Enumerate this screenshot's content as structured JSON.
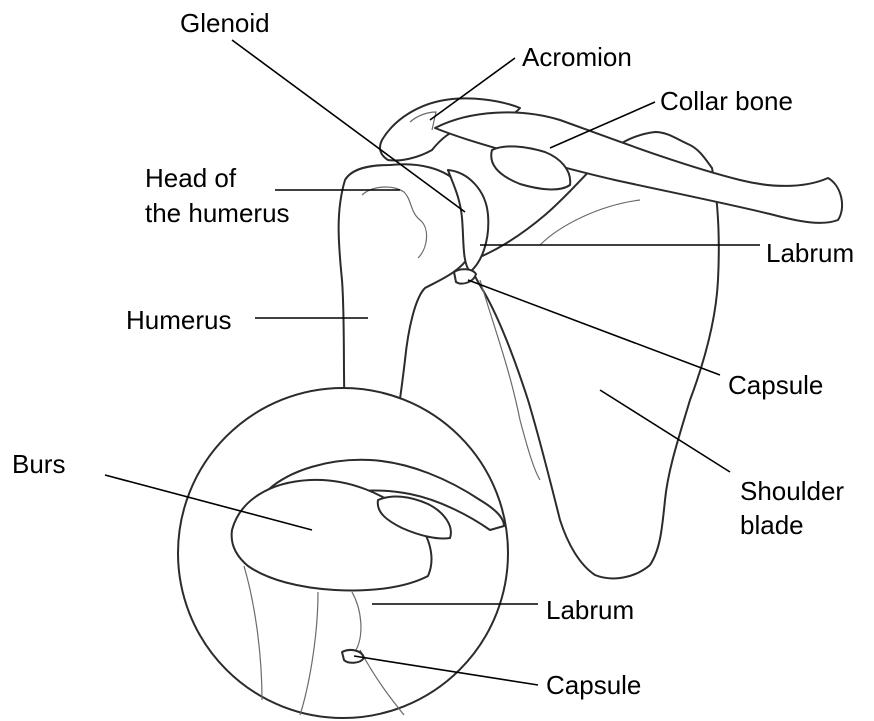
{
  "labels": {
    "glenoid": "Glenoid",
    "acromion": "Acromion",
    "collar_bone": "Collar bone",
    "head_line1": "Head of",
    "head_line2": "the humerus",
    "labrum_top": "Labrum",
    "humerus": "Humerus",
    "capsule_top": "Capsule",
    "shoulder_line1": "Shoulder",
    "shoulder_line2": "blade",
    "burs": "Burs",
    "labrum_bottom": "Labrum",
    "capsule_bottom": "Capsule"
  },
  "colors": {
    "line": "#000000",
    "outline": "#2b2b2b",
    "background": "#ffffff"
  }
}
